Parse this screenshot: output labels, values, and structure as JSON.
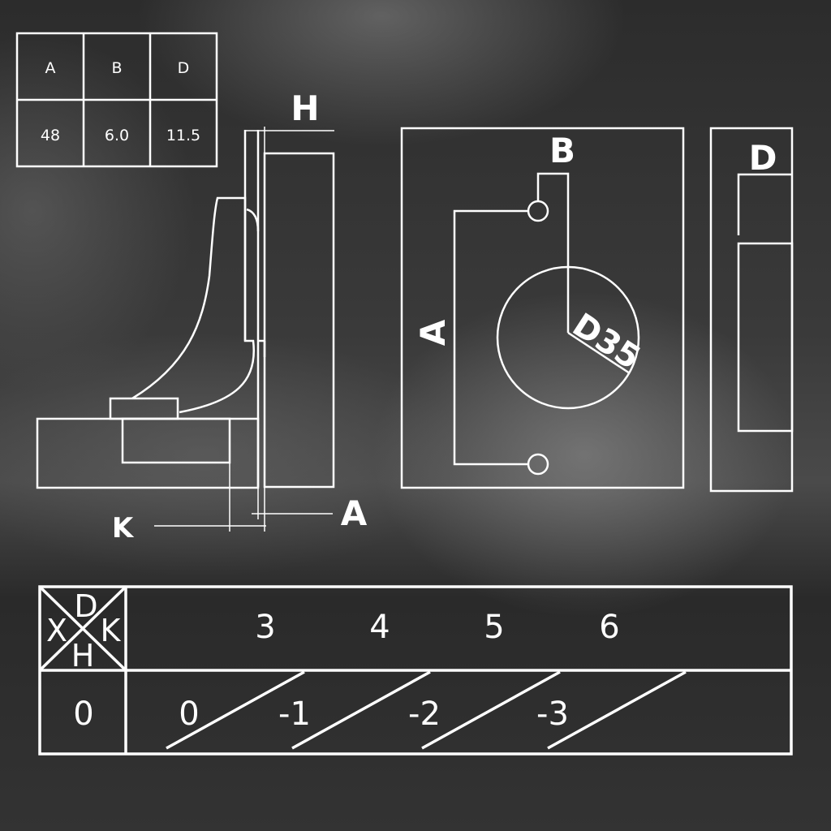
{
  "spec_table": {
    "headers": [
      "A",
      "B",
      "D"
    ],
    "values": [
      "48",
      "6.0",
      "11.5"
    ]
  },
  "side_view": {
    "label_h": "H",
    "label_a": "A",
    "label_k": "K"
  },
  "front_view": {
    "label_b": "B",
    "label_a": "A",
    "label_d35": "D35"
  },
  "edge_view": {
    "label_d": "D"
  },
  "adjust_table": {
    "corner": {
      "top": "D",
      "left": "X",
      "right": "K",
      "bottom": "H"
    },
    "k_values": [
      "3",
      "4",
      "5",
      "6"
    ],
    "x_value": "0",
    "h_values": [
      "0",
      "-1",
      "-2",
      "-3"
    ]
  },
  "colors": {
    "line": "#ffffff"
  }
}
